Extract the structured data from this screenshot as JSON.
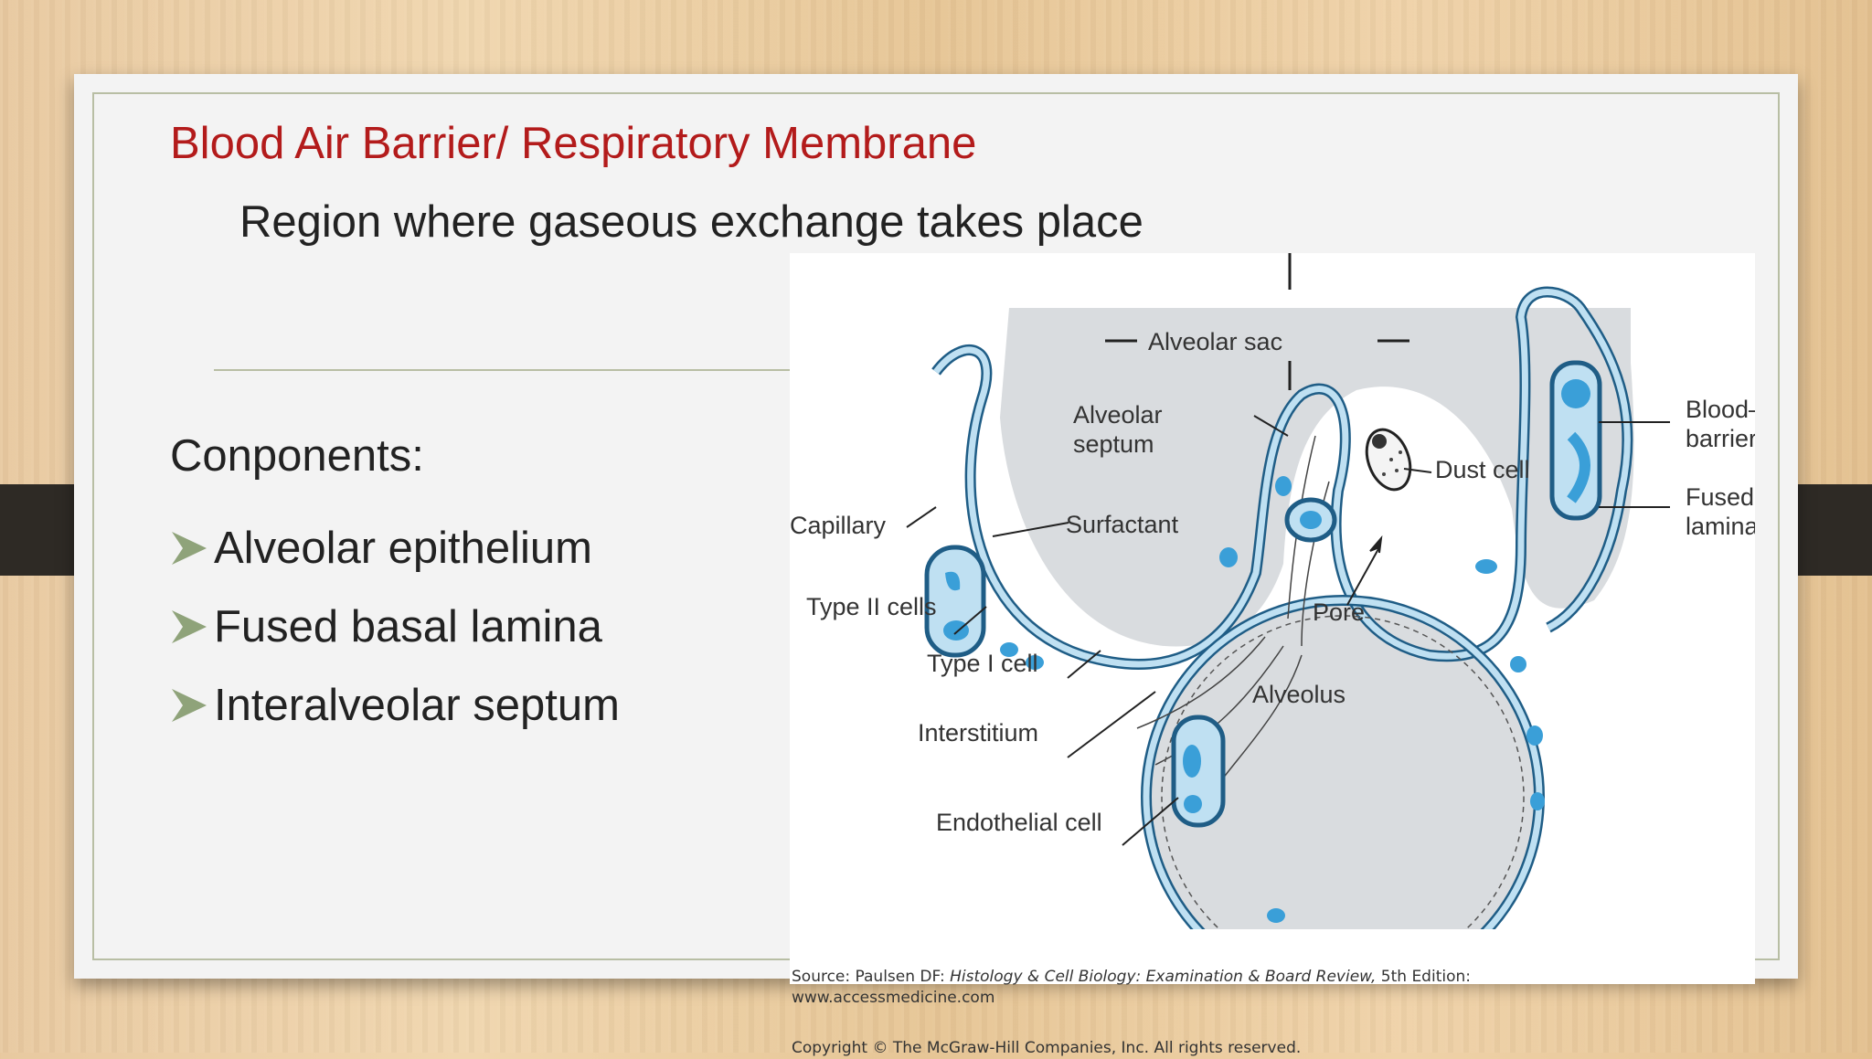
{
  "slide": {
    "title": "Blood Air Barrier/ Respiratory Membrane",
    "subtitle": "Region where gaseous exchange takes place",
    "components_heading": "Conponents:",
    "bullets": [
      {
        "text": "Alveolar epithelium"
      },
      {
        "text": "Fused basal lamina"
      },
      {
        "text": "Interalveolar septum"
      }
    ],
    "bullet_icon": "arrow-bullet-icon"
  },
  "figure": {
    "labels": {
      "alveolar_sac": "Alveolar sac",
      "alveolar_septum_1": "Alveolar",
      "alveolar_septum_2": "septum",
      "dust_cell": "Dust cell",
      "blood_air_1": "Blood–air",
      "blood_air_2": "barrier",
      "fused_1": "Fused basal",
      "fused_2": "laminae",
      "capillary": "Capillary",
      "surfactant": "Surfactant",
      "type2": "Type II cells",
      "type1": "Type I cell",
      "pore": "Pore",
      "alveolus": "Alveolus",
      "interstitium": "Interstitium",
      "endothelial": "Endothelial cell"
    },
    "source_prefix": "Source: Paulsen DF: ",
    "source_book": "Histology & Cell Biology: Examination & Board Review,",
    "source_edition": " 5th Edition:",
    "source_url": "www.accessmedicine.com",
    "copyright": "Copyright © The McGraw-Hill Companies, Inc. All rights reserved."
  },
  "colors": {
    "title": "#b31b1b",
    "text": "#222222",
    "bullet_arrow": "#8fa37a",
    "cell_blue": "#3a9fd8",
    "membrane_blue": "#bfe0f2",
    "lumen_gray": "#d9dcdf"
  }
}
